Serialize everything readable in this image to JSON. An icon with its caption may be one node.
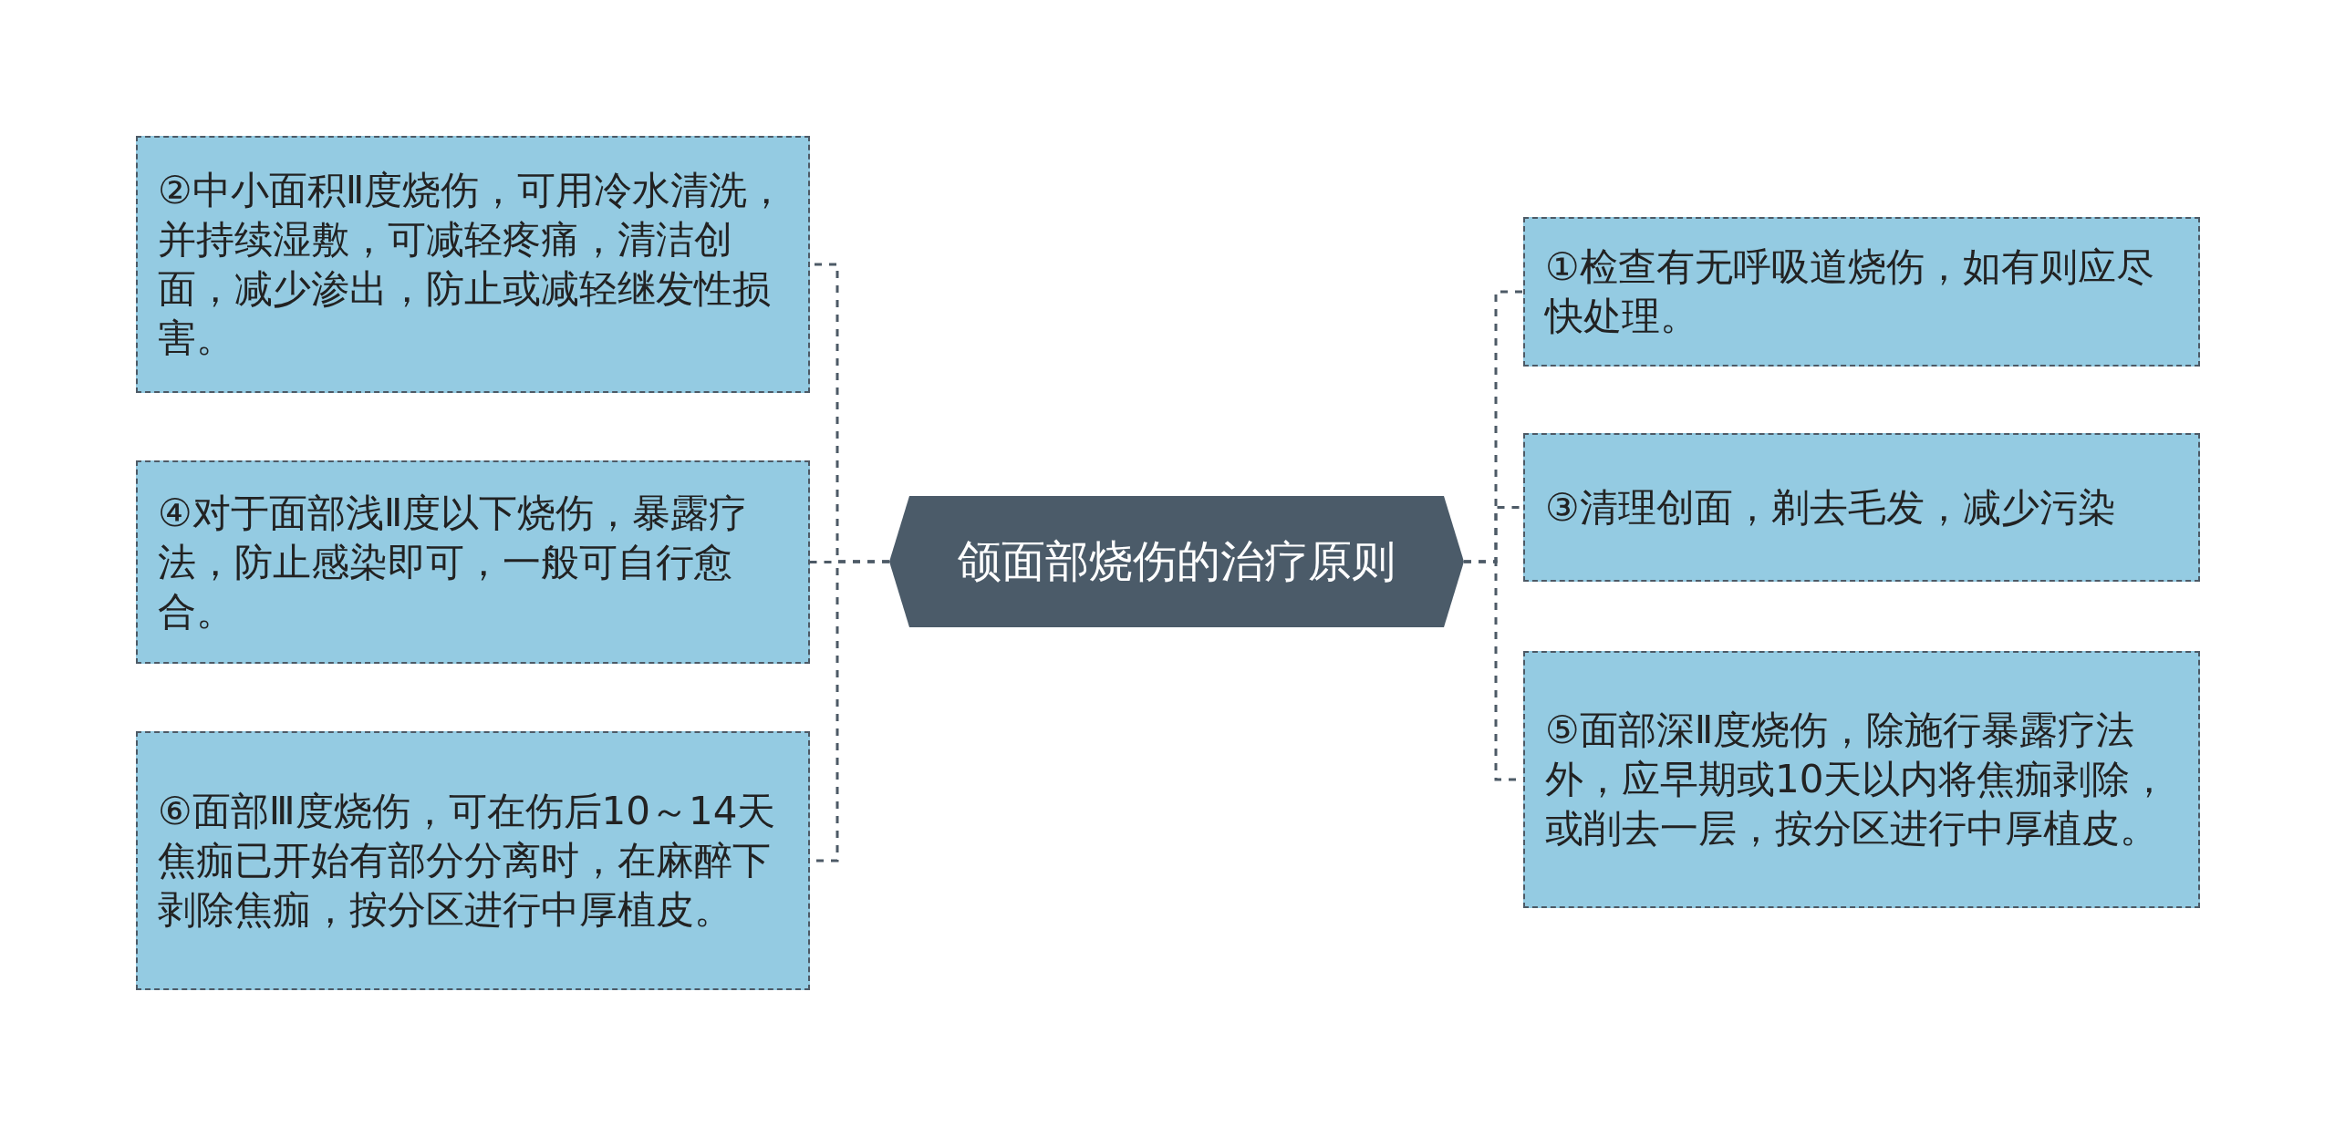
{
  "diagram": {
    "nodes": [
      {
        "text": [
          "颌面部烧伤的治疗原则"
        ]
      },
      {
        "text": [
          "②中小面积Ⅱ度烧伤，可用冷水清洗，并持续湿敷，可减轻疼痛，清洁创面，减少渗出，防止或减轻继发性损害。"
        ]
      },
      {
        "text": [
          "④对于面部浅Ⅱ度以下烧伤，暴露疗法，防止感染即可，一般可自行愈合。"
        ]
      },
      {
        "text": [
          "⑥面部Ⅲ度烧伤，可在伤后10～14天焦痂已开始有部分分离时，在麻醉下剥除焦痂，按分区进行中厚植皮。"
        ]
      },
      {
        "text": [
          "①检查有无呼吸道烧伤，如有则应尽快处理。"
        ]
      },
      {
        "text": [
          "③清理创面，剃去毛发，减少污染"
        ]
      },
      {
        "text": [
          "⑤面部深Ⅱ度烧伤，除施行暴露疗法外，应早期或10天以内将焦痂剥除，或削去一层，按分区进行中厚植皮。"
        ]
      }
    ],
    "edges": [
      {
        "from": 0,
        "to": 1,
        "arrow": "none",
        "style": "dashed"
      },
      {
        "from": 0,
        "to": 2,
        "arrow": "none",
        "style": "dashed"
      },
      {
        "from": 0,
        "to": 3,
        "arrow": "none",
        "style": "dashed"
      },
      {
        "from": 0,
        "to": 4,
        "arrow": "none",
        "style": "dashed"
      },
      {
        "from": 0,
        "to": 5,
        "arrow": "none",
        "style": "dashed"
      },
      {
        "from": 0,
        "to": 6,
        "arrow": "none",
        "style": "dashed"
      }
    ]
  }
}
